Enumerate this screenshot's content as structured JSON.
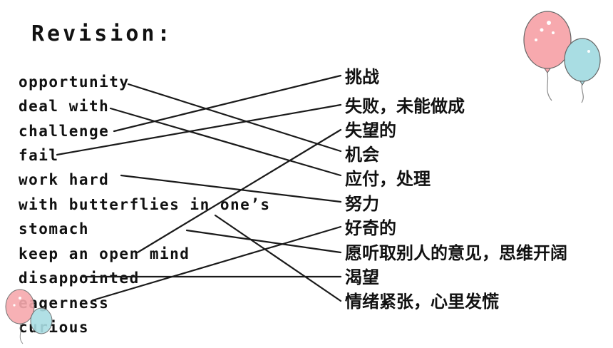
{
  "title": "Revision:",
  "english": [
    "opportunity",
    "deal with",
    "challenge",
    "fail",
    "work hard",
    "with butterflies in one’s",
    "stomach",
    "keep an open mind",
    "disappointed",
    "eagerness",
    "curious"
  ],
  "chinese": [
    "挑战",
    "失败，未能做成",
    "失望的",
    "机会",
    "应付，处理",
    "努力",
    "好奇的",
    "愿听取别人的意见，思维开阔",
    "渴望",
    "情绪紧张，心里发慌"
  ],
  "colors": {
    "text": "#111111",
    "line": "#1a1a1a",
    "balloon_pink": "#f7a9ae",
    "balloon_blue": "#a9dde3"
  }
}
